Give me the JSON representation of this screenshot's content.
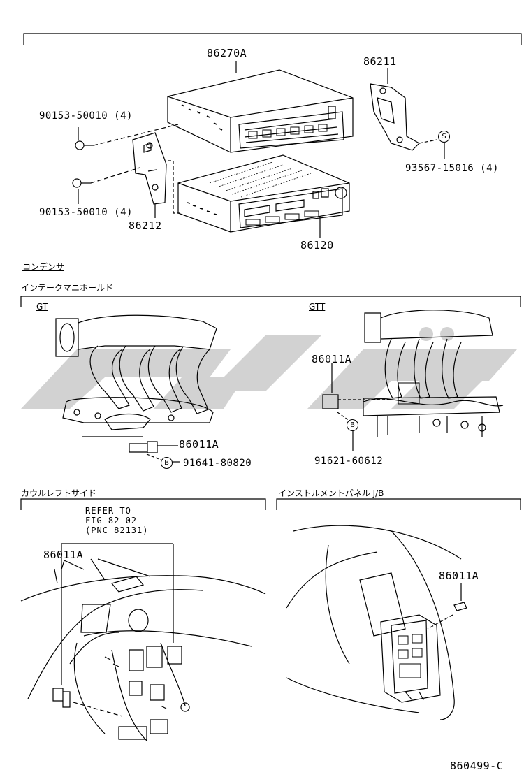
{
  "sections": {
    "condenser": "コンデンサ",
    "intake_manifold": "インテークマニホールド",
    "gt": "GT",
    "gtt": "GTT",
    "cowl_left_side": "カウルレフトサイド",
    "instrument_panel_jb": "インストルメントパネル J/B"
  },
  "parts": {
    "p86270A": "86270A",
    "p86211": "86211",
    "p90153_top": "90153-50010 (4)",
    "p90153_bottom": "90153-50010 (4)",
    "p93567": "93567-15016 (4)",
    "p86212": "86212",
    "p86120": "86120",
    "p86011A_gt": "86011A",
    "p91641": "91641-80820",
    "p86011A_gtt": "86011A",
    "p91621": "91621-60612",
    "p86011A_cowl": "86011A",
    "p86011A_panel": "86011A"
  },
  "markers": {
    "s": "S",
    "b": "B"
  },
  "refer": {
    "line1": "REFER TO",
    "line2": "FIG 82-02",
    "line3": "(PNC 82131)"
  },
  "diagram_code": "860499-C",
  "colors": {
    "line": "#000000",
    "watermark": "#cfcfcf"
  }
}
